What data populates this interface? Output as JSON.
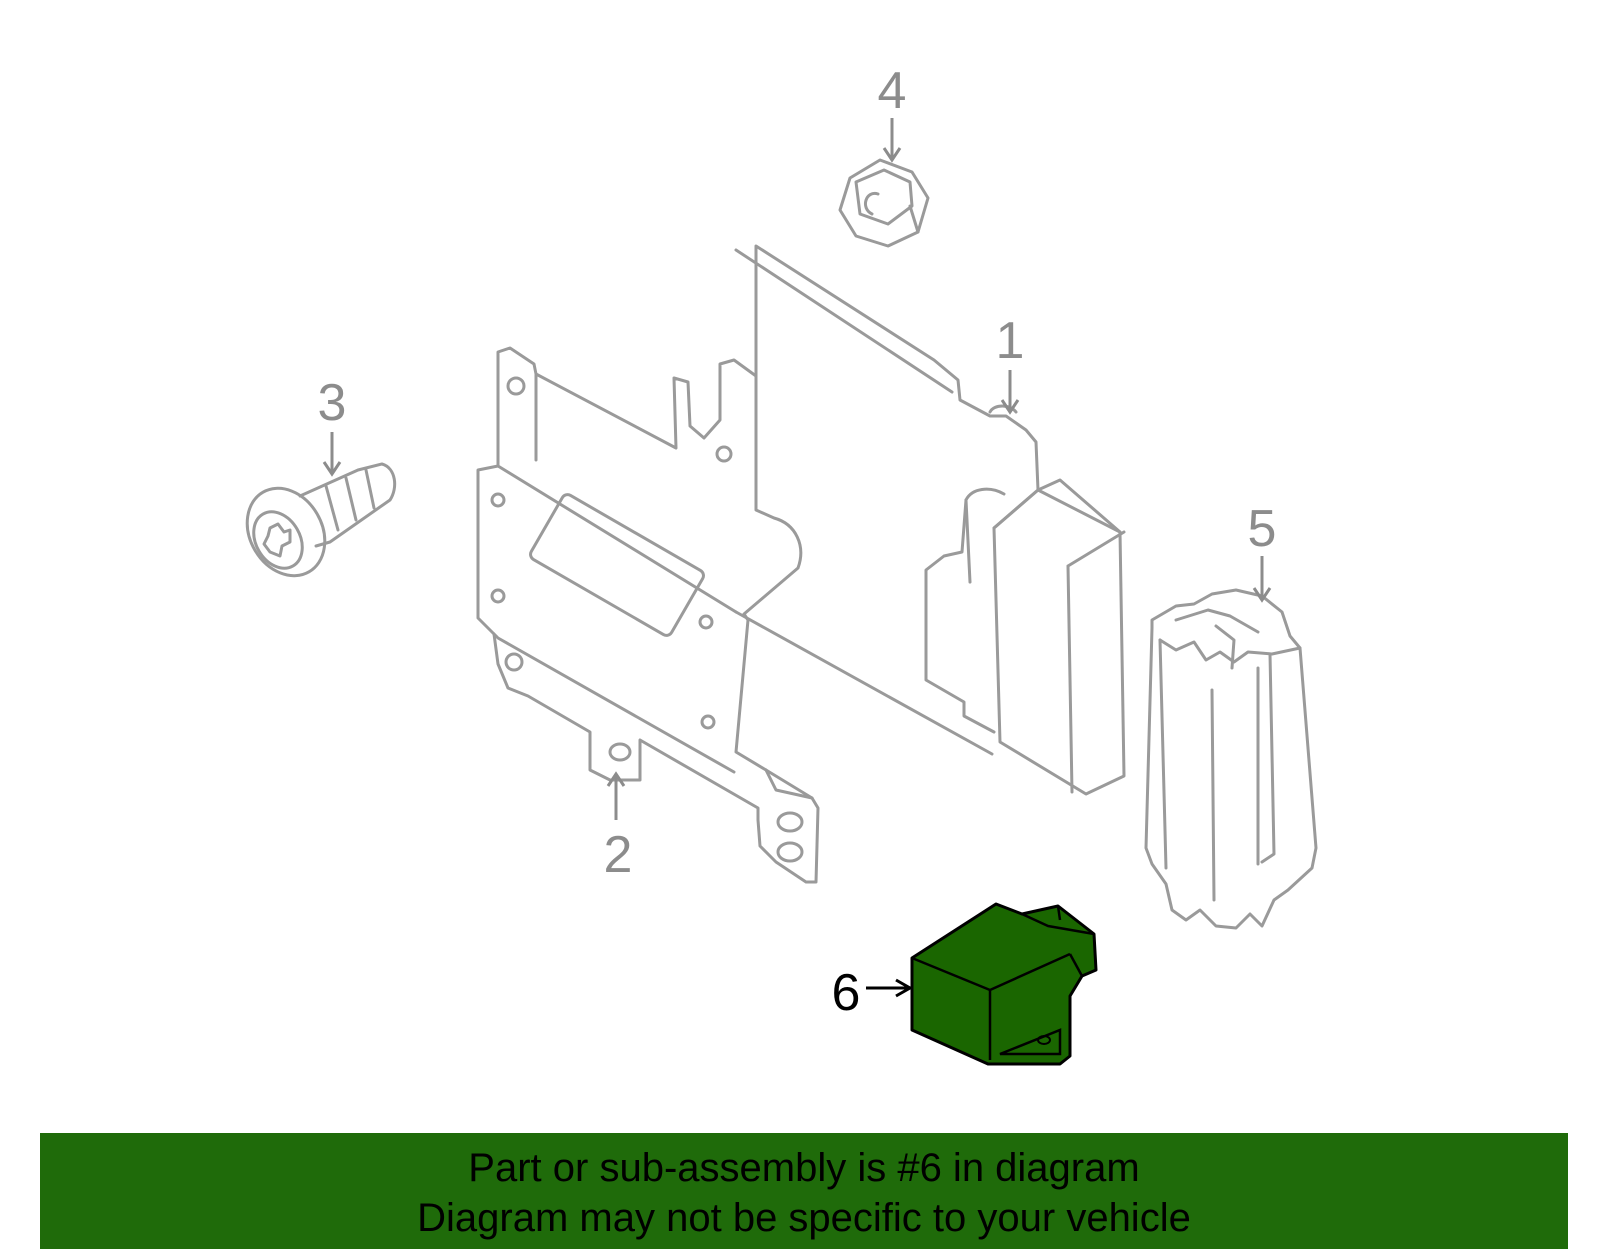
{
  "colors": {
    "banner": "#1f6b0a",
    "highlight_part": "#1a6600",
    "part_stroke": "#9a9a9a",
    "callout_text": "#8c8c8c"
  },
  "callouts": {
    "c1": "1",
    "c2": "2",
    "c3": "3",
    "c4": "4",
    "c5": "5",
    "c6": "6"
  },
  "parts": {
    "p1": "control-module-icon",
    "p2": "bracket-icon",
    "p3": "screw-icon",
    "p4": "nut-icon",
    "p5": "connector-module-icon",
    "p6": "sensor-icon"
  },
  "highlighted_callout": "6",
  "footer": {
    "line1": "Part or sub-assembly is #6 in diagram",
    "line2": "Diagram may not be specific to your vehicle"
  }
}
